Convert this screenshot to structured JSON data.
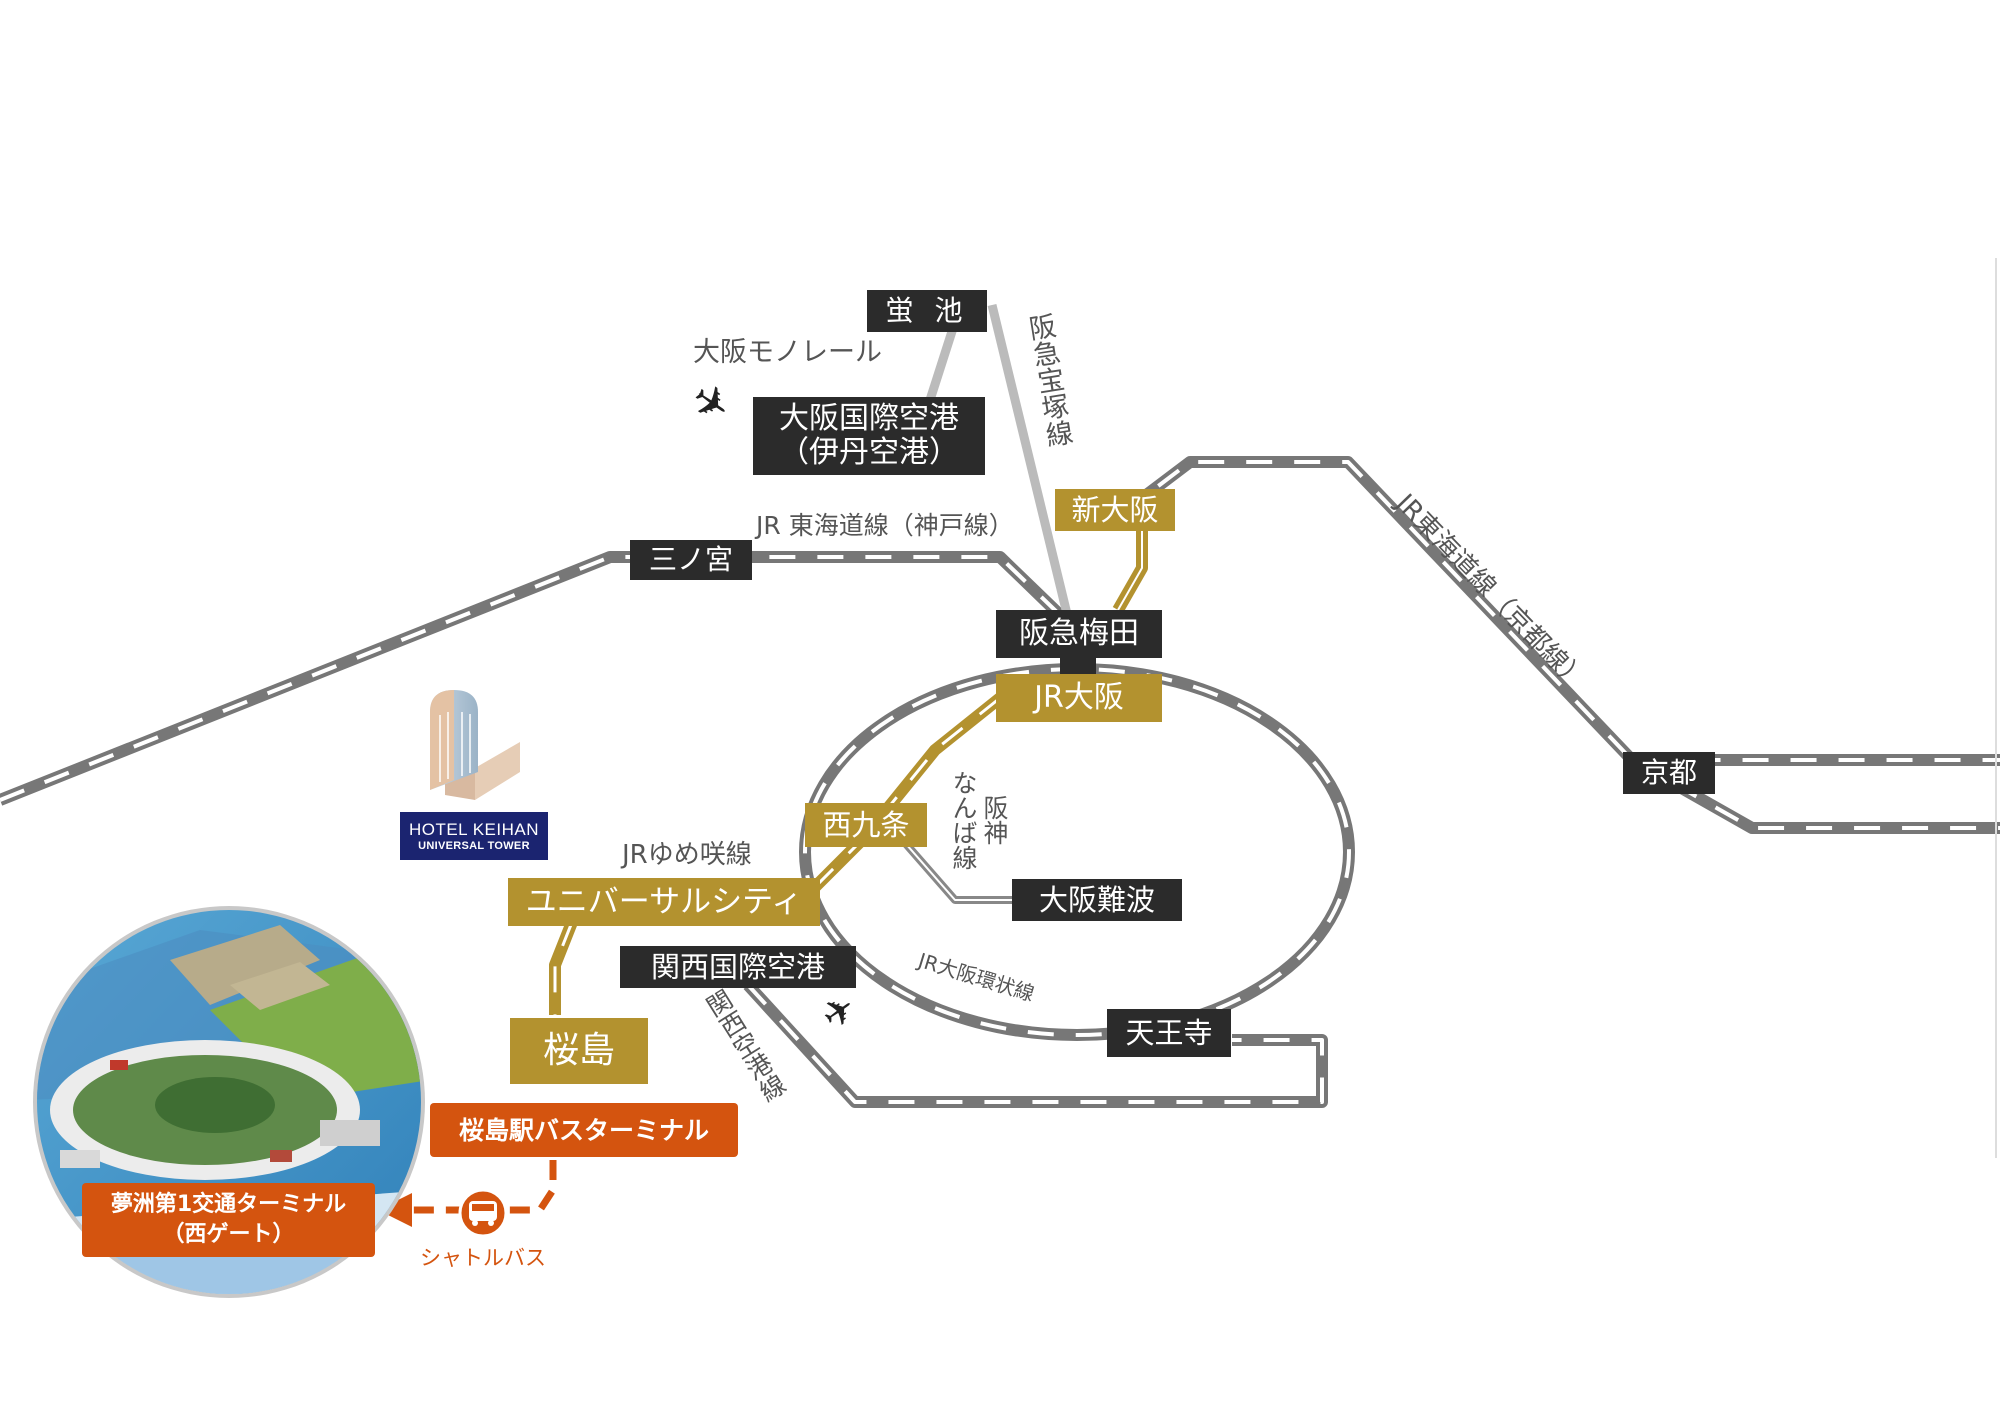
{
  "stations": {
    "hotarugaike": "蛍 池",
    "itami_airport": [
      "大阪国際空港",
      "（伊丹空港）"
    ],
    "sannomiya": "三ノ宮",
    "shin_osaka": "新大阪",
    "hankyu_umeda": "阪急梅田",
    "jr_osaka": "JR大阪",
    "kyoto": "京都",
    "nishikujo": "西九条",
    "universal_city": "ユニバーサルシティ",
    "osaka_namba": "大阪難波",
    "kansai_airport": "関西国際空港",
    "tennoji": "天王寺",
    "sakurajima": "桜島",
    "sakurajima_bus_terminal": "桜島駅バスターミナル",
    "yumeshima_terminal": [
      "夢洲第1交通ターミナル",
      "（西ゲート）"
    ]
  },
  "lines": {
    "osaka_monorail": "大阪モノレール",
    "hankyu_takarazuka": "阪急宝塚線",
    "jr_tokaido_kobe": "JR 東海道線（神戸線）",
    "jr_tokaido_kyoto": "JR東海道線（京都線）",
    "hanshin_namba": [
      "阪神",
      "なんば線"
    ],
    "jr_yumesaki": "JRゆめ咲線",
    "jr_loop": "JR大阪環状線",
    "kanku_line": "関西空港線",
    "shuttle_bus": "シャトルバス"
  },
  "hotel": {
    "name_line1": "HOTEL KEIHAN",
    "name_line2": "UNIVERSAL TOWER"
  },
  "icons": {
    "airport": "airplane-icon",
    "bus": "bus-icon",
    "hotel": "hotel-building-icon"
  },
  "colors": {
    "station_dark": "#2b2b2b",
    "station_gold": "#b3922f",
    "bus_orange": "#d4540f",
    "jr_line": "#777777",
    "private_line": "#bbbbbb",
    "hotel_blue": "#1b2470"
  }
}
